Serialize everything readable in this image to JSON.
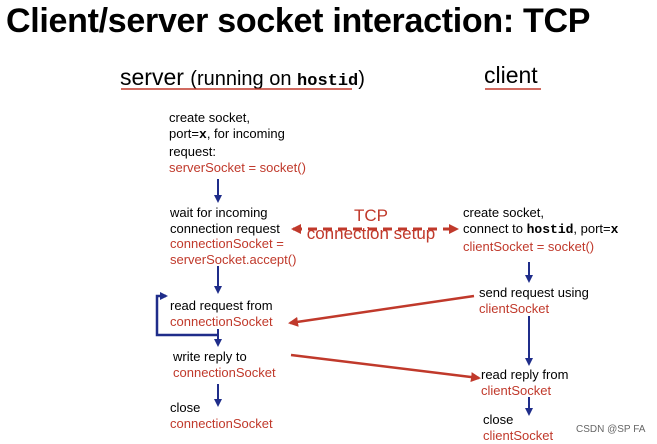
{
  "title": "Client/server socket interaction: TCP",
  "server_header": {
    "label": "server",
    "paren_open": "(running on ",
    "host": "hostid",
    "paren_close": ")"
  },
  "client_header": {
    "label": "client"
  },
  "server_steps": {
    "create": {
      "line1": "create socket,",
      "line2_pre": "port=",
      "line2_var": "x",
      "line2_post": ", for incoming",
      "line3": "request:",
      "code": "serverSocket = socket()"
    },
    "wait": {
      "line1": "wait for incoming",
      "line2": "connection request",
      "code1": "connectionSocket =",
      "code2": "serverSocket.accept()"
    },
    "read": {
      "line1": "read request from",
      "code": "connectionSocket"
    },
    "write": {
      "line1": "write reply to",
      "code": "connectionSocket"
    },
    "close": {
      "line1": "close",
      "code": "connectionSocket"
    }
  },
  "client_steps": {
    "create": {
      "line1": "create socket,",
      "line2_pre": "connect to ",
      "line2_host": "hostid",
      "line2_mid": ", port=",
      "line2_var": "x",
      "code": "clientSocket = socket()"
    },
    "send": {
      "line1": "send request using",
      "code": "clientSocket"
    },
    "read": {
      "line1": "read reply from",
      "code": "clientSocket"
    },
    "close": {
      "line1": "close",
      "code": "clientSocket"
    }
  },
  "tcp_label": {
    "line1": "TCP",
    "line2": "connection setup"
  },
  "watermark": "CSDN @SP FA",
  "colors": {
    "blue": "#1f2d8a",
    "red": "#c0392b"
  }
}
